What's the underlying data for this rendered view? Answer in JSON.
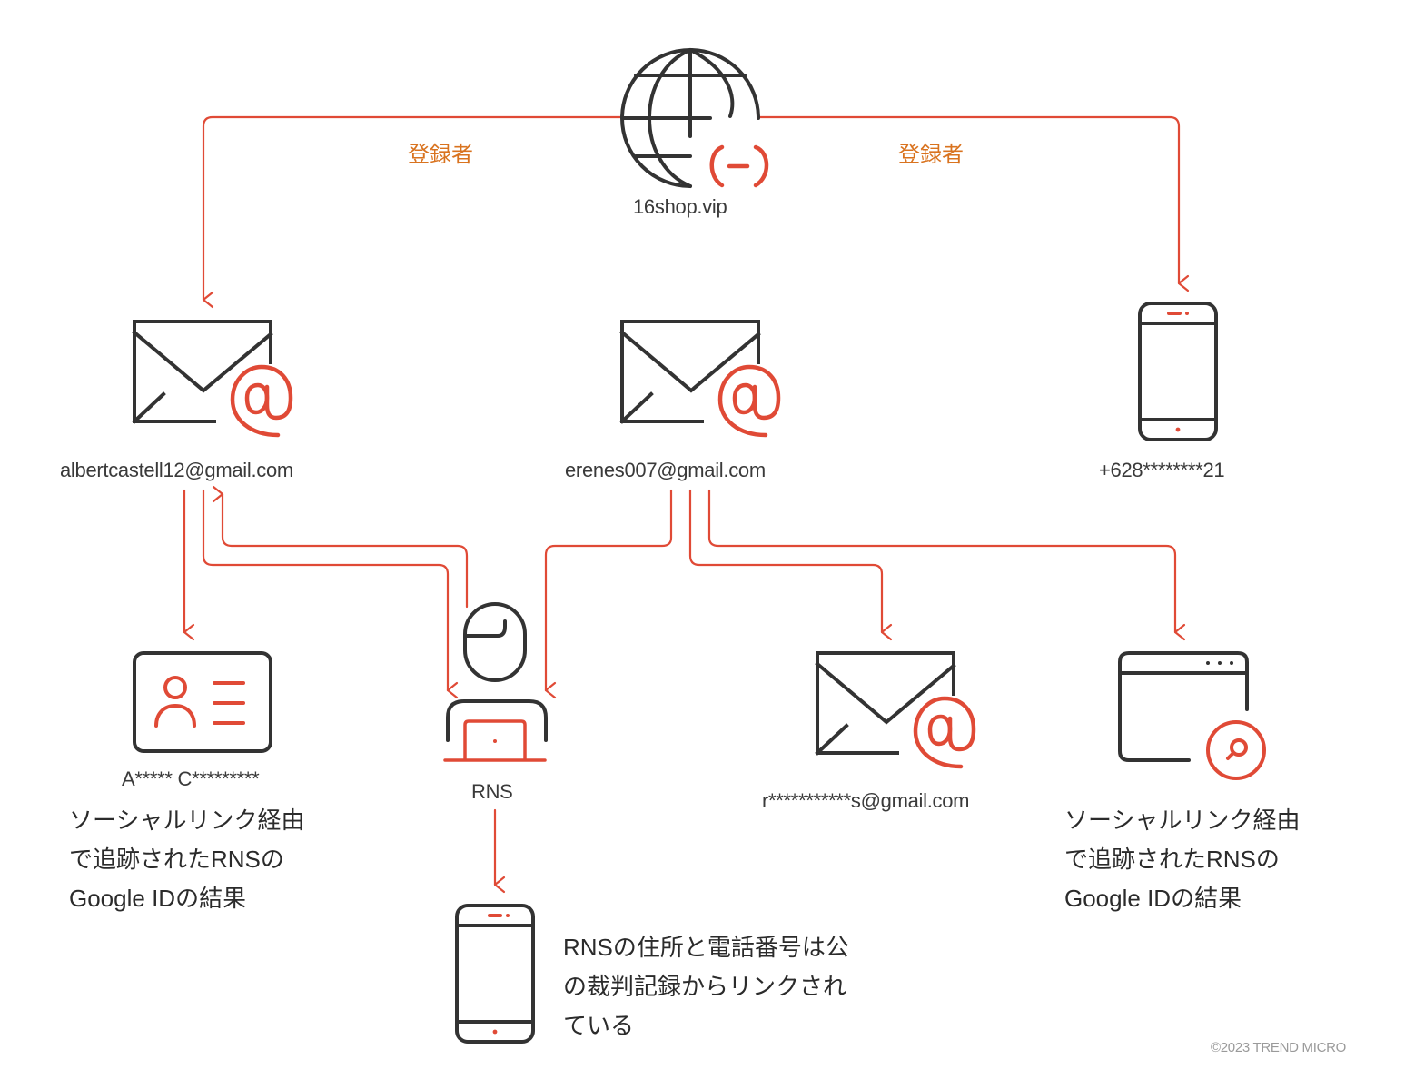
{
  "colors": {
    "accent": "#e04a36",
    "icon": "#333333",
    "edge_label": "#d9731f",
    "text": "#3a3a3a"
  },
  "nodes": {
    "domain": {
      "label": "16shop.vip",
      "icon": "globe-link-icon"
    },
    "email_albert": {
      "label": "albertcastell12@gmail.com",
      "icon": "email-at-icon"
    },
    "email_erenes": {
      "label": "erenes007@gmail.com",
      "icon": "email-at-icon"
    },
    "phone_top": {
      "label": "+628********21",
      "icon": "smartphone-icon"
    },
    "id_card": {
      "label": "A***** C*********",
      "icon": "id-card-icon"
    },
    "rns": {
      "label": "RNS",
      "icon": "person-laptop-icon"
    },
    "email_masked": {
      "label": "r***********s@gmail.com",
      "icon": "email-at-icon"
    },
    "browser_search": {
      "label": "",
      "icon": "browser-search-icon"
    },
    "phone_bottom": {
      "label": "",
      "icon": "smartphone-icon"
    }
  },
  "edge_labels": {
    "left": "登録者",
    "right": "登録者"
  },
  "notes": {
    "left": [
      "ソーシャルリンク経由",
      "で追跡されたRNSの",
      "Google IDの結果"
    ],
    "right": [
      "ソーシャルリンク経由",
      "で追跡されたRNSの",
      "Google IDの結果"
    ],
    "bottom": [
      "RNSの住所と電話番号は公",
      "の裁判記録からリンクされ",
      "ている"
    ]
  },
  "edges": [
    {
      "from": "domain",
      "to": "email_albert",
      "label": "登録者"
    },
    {
      "from": "domain",
      "to": "phone_top",
      "label": "登録者"
    },
    {
      "from": "email_albert",
      "to": "id_card"
    },
    {
      "from": "email_albert",
      "to": "rns"
    },
    {
      "from": "rns",
      "to": "email_albert"
    },
    {
      "from": "email_erenes",
      "to": "rns"
    },
    {
      "from": "email_erenes",
      "to": "email_masked"
    },
    {
      "from": "email_erenes",
      "to": "browser_search"
    },
    {
      "from": "rns",
      "to": "phone_bottom"
    }
  ],
  "footer": {
    "copyright": "©2023 TREND MICRO"
  }
}
